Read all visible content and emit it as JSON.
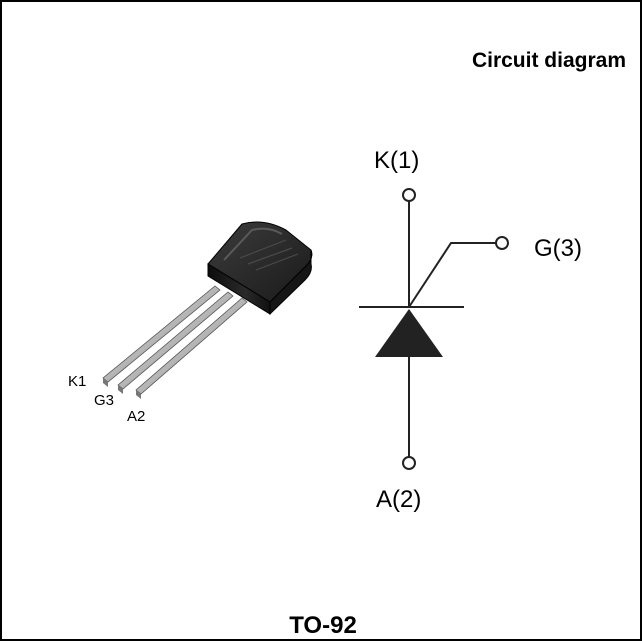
{
  "title": "Circuit diagram",
  "package_name": "TO-92",
  "pins": {
    "k": "K1",
    "g": "G3",
    "a": "A2"
  },
  "symbol": {
    "cathode": "K(1)",
    "gate": "G(3)",
    "anode": "A(2)"
  },
  "colors": {
    "line": "#222222",
    "body": "#111111",
    "lead": "#b8b8b8"
  }
}
